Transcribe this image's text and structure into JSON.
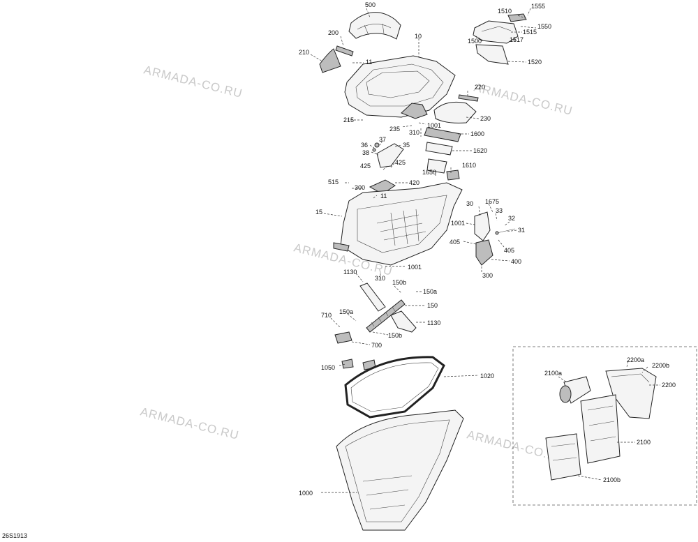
{
  "drawing_id": "26S1913",
  "watermark": "ARMADA-CO.RU",
  "labels": {
    "p500": "500",
    "p200": "200",
    "p210": "210",
    "p11a": "11",
    "p10": "10",
    "p1510": "1510",
    "p1555": "1555",
    "p1550": "1550",
    "p1515": "1515",
    "p1500": "1500",
    "p1517": "1517",
    "p1520": "1520",
    "p220": "220",
    "p230": "230",
    "p215": "215",
    "p235": "235",
    "p1001a": "1001",
    "p310a": "310",
    "p1600": "1600",
    "p37": "37",
    "p36": "36",
    "p35": "35",
    "p38": "38",
    "p1620": "1620",
    "p425a": "425",
    "p425b": "425",
    "p1650": "1650",
    "p1610": "1610",
    "p515": "515",
    "p300a": "300",
    "p420": "420",
    "p11b": "11",
    "p15": "15",
    "p30": "30",
    "p1675": "1675",
    "p33": "33",
    "p32": "32",
    "p1001b": "1001",
    "p31": "31",
    "p405a": "405",
    "p405b": "405",
    "p400": "400",
    "p300b": "300",
    "p1001c": "1001",
    "p1130a": "1130",
    "p310b": "310",
    "p150b1": "150b",
    "p150a1": "150a",
    "p150": "150",
    "p710": "710",
    "p150a2": "150a",
    "p1130b": "1130",
    "p150b2": "150b",
    "p700": "700",
    "p1050": "1050",
    "p1020": "1020",
    "p1000": "1000",
    "p2200a": "2200a",
    "p2200b": "2200b",
    "p2100a": "2100a",
    "p2200": "2200",
    "p2100": "2100",
    "p2100b": "2100b"
  }
}
